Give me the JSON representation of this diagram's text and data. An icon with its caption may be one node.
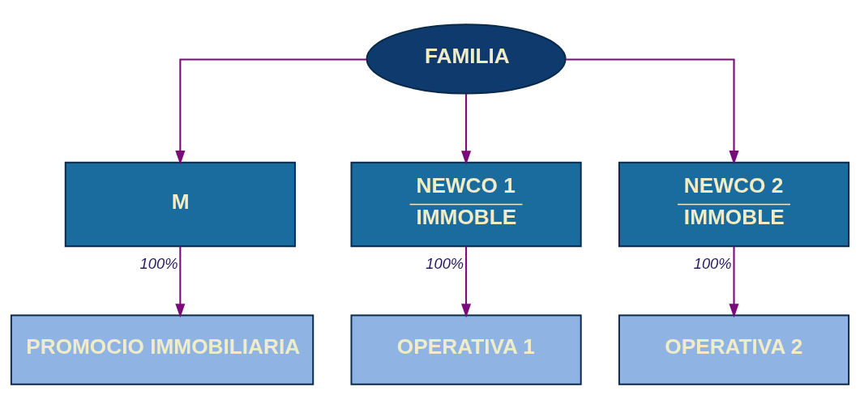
{
  "diagram": {
    "nodes": [
      {
        "text": [
          "FAMILIA"
        ]
      },
      {
        "text": [
          "M"
        ]
      },
      {
        "text": [
          "NEWCO 1",
          "IMMOBLE"
        ]
      },
      {
        "text": [
          "NEWCO 2",
          "IMMOBLE"
        ]
      },
      {
        "text": [
          "PROMOCIO IMMOBILIARIA"
        ]
      },
      {
        "text": [
          "OPERATIVA 1"
        ]
      },
      {
        "text": [
          "OPERATIVA 2"
        ]
      }
    ],
    "edges": [
      {
        "from": 0,
        "to": 1,
        "arrow": "to"
      },
      {
        "from": 0,
        "to": 2,
        "arrow": "to"
      },
      {
        "from": 0,
        "to": 3,
        "arrow": "to"
      },
      {
        "from": 1,
        "to": 4,
        "arrow": "to",
        "label": "100%"
      },
      {
        "from": 2,
        "to": 5,
        "arrow": "to",
        "label": "100%"
      },
      {
        "from": 3,
        "to": 6,
        "arrow": "to",
        "label": "100%"
      }
    ]
  }
}
